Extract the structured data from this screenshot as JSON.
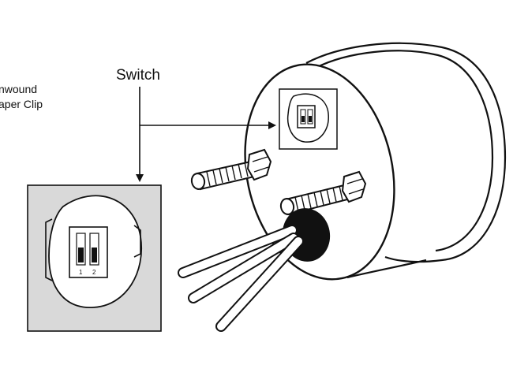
{
  "labels": {
    "switch": "Switch",
    "unwound_line1": "nwound",
    "unwound_line2": "aper Clip"
  },
  "switch_positions": {
    "one": "1",
    "two": "2"
  },
  "colors": {
    "outline": "#111111",
    "inset_background": "#d9d9d9",
    "hole": "#111111",
    "paper": "#ffffff"
  }
}
